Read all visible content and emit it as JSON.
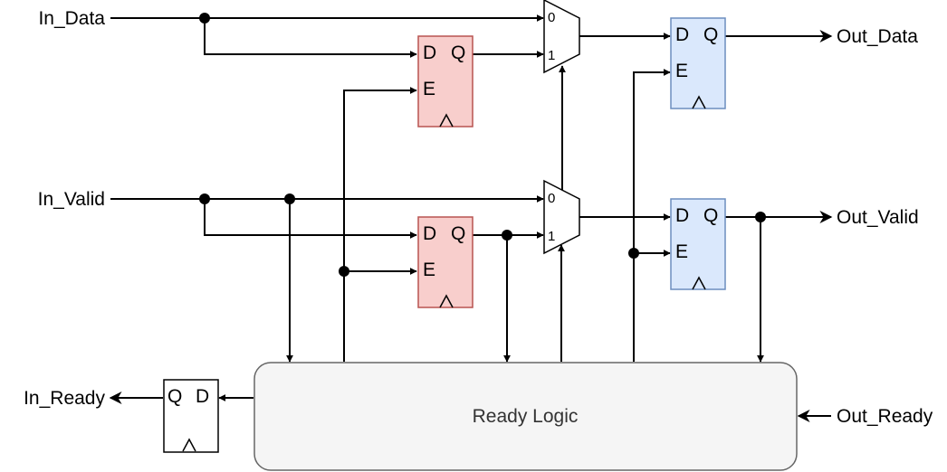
{
  "signals": {
    "in_data": "In_Data",
    "in_valid": "In_Valid",
    "in_ready": "In_Ready",
    "out_data": "Out_Data",
    "out_valid": "Out_Valid",
    "out_ready": "Out_Ready"
  },
  "ready_logic": {
    "label": "Ready Logic"
  },
  "flipflop_pins": {
    "d": "D",
    "q": "Q",
    "e": "E",
    "clk": "Λ"
  },
  "mux_pins": {
    "sel0": "0",
    "sel1": "1"
  },
  "colors": {
    "skid_ff_fill": "#f8cecc",
    "skid_ff_stroke": "#b85450",
    "out_ff_fill": "#dae8fc",
    "out_ff_stroke": "#6c8ebf",
    "ready_logic_fill": "#f5f5f5",
    "ready_logic_stroke": "#666666",
    "wire": "#000000"
  }
}
